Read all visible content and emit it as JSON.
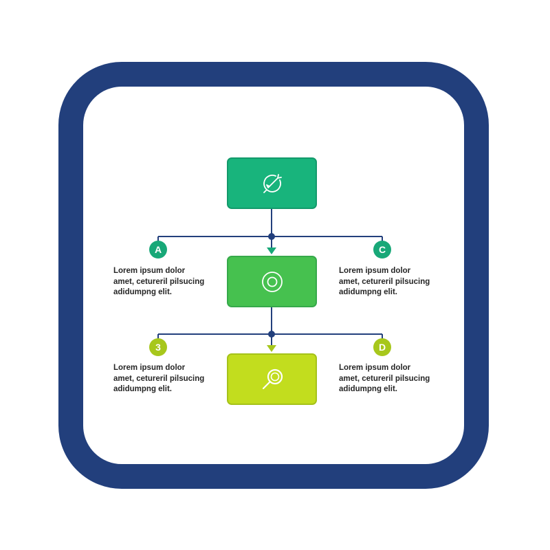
{
  "colors": {
    "frame": "#223f7c",
    "line": "#223f7c",
    "node_top": "#18b47c",
    "node_middle": "#46c14f",
    "node_bottom": "#c2dd1e",
    "badge_a": "#18a878",
    "badge_c": "#18a878",
    "badge_3": "#a7c71c",
    "badge_d": "#a7c71c"
  },
  "icons": {
    "top": "target-arrow-icon",
    "middle": "circle-target-icon",
    "bottom": "magnifier-icon"
  },
  "badges": {
    "a": "A",
    "c": "C",
    "three": "3",
    "d": "D"
  },
  "texts": {
    "a": [
      "Lorem ipsum dolor",
      "amet, cetureril pilsucing",
      "adidumpng elit."
    ],
    "c": [
      "Lorem ipsum dolor",
      "amet, cetureril pilsucing",
      "adidumpng elit."
    ],
    "three": [
      "Lorem ipsum dolor",
      "amet, cetureril pilsucing",
      "adidumpng elit."
    ],
    "d": [
      "Lorem ipsum dolor",
      "amet, cetureril pilsucing",
      "adidumpng elit."
    ]
  }
}
